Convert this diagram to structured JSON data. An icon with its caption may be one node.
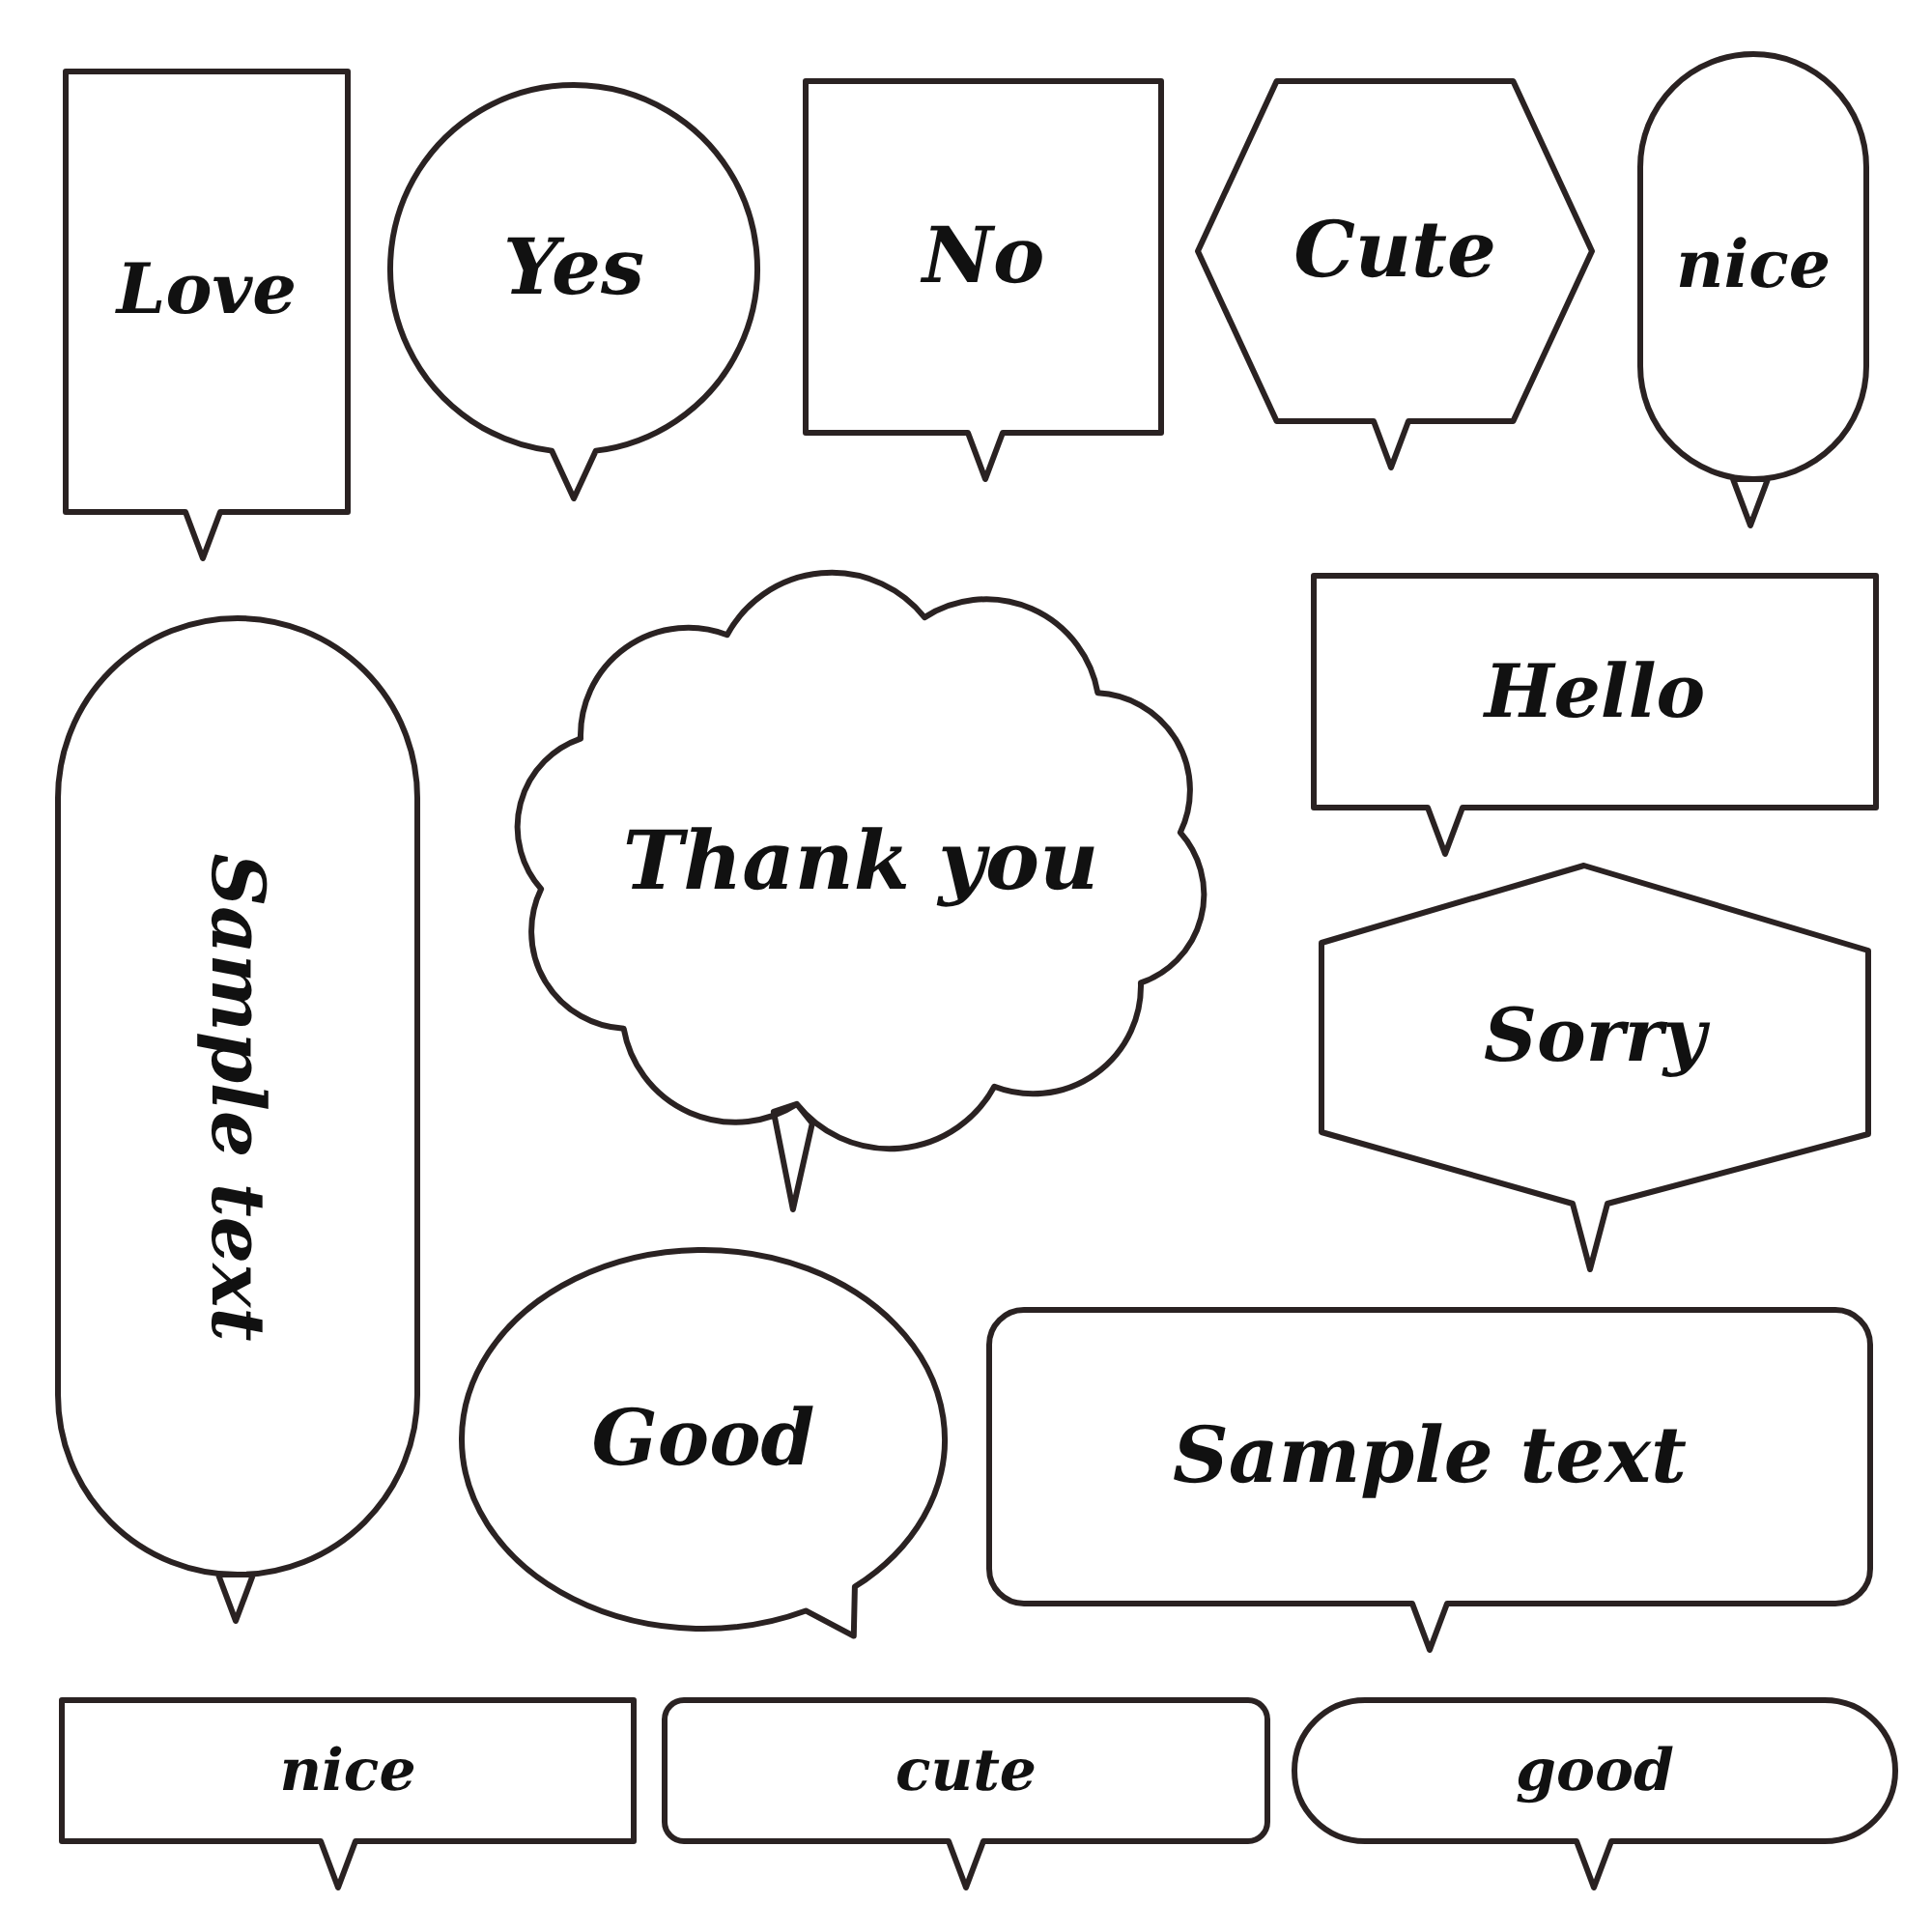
{
  "diagram": {
    "nodes": [
      {
        "text": [
          "Love"
        ]
      },
      {
        "text": [
          "Yes"
        ]
      },
      {
        "text": [
          "No"
        ]
      },
      {
        "text": [
          "Cute"
        ]
      },
      {
        "text": [
          "nice"
        ]
      },
      {
        "text": [
          "Hello"
        ]
      },
      {
        "text": [
          "Sample text"
        ]
      },
      {
        "text": [
          "Thank you"
        ]
      },
      {
        "text": [
          "Sorry"
        ]
      },
      {
        "text": [
          "Good"
        ]
      },
      {
        "text": [
          "Sample text"
        ]
      },
      {
        "text": [
          "nice"
        ]
      },
      {
        "text": [
          "cute"
        ]
      },
      {
        "text": [
          "good"
        ]
      }
    ]
  }
}
